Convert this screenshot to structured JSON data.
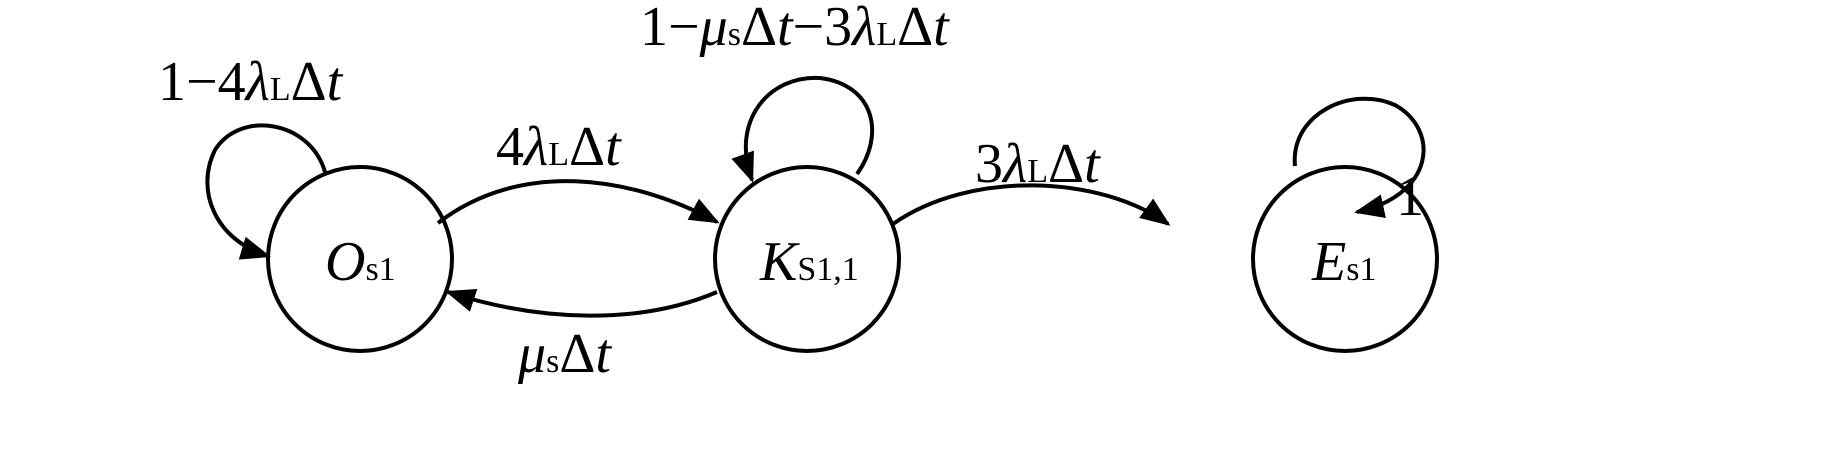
{
  "diagram": {
    "states": {
      "o": {
        "main": "O",
        "sub": "s1"
      },
      "k": {
        "main": "K",
        "sub": "S1,1"
      },
      "e": {
        "main": "E",
        "sub": "s1"
      }
    },
    "labels": {
      "o_self": {
        "p1": "1−4",
        "lam": "λ",
        "lsub": "L",
        "p2": "Δ",
        "t": "t"
      },
      "k_self": {
        "p1": "1−",
        "mu": "μ",
        "msub": "s",
        "p2": "Δ",
        "t1": "t",
        "p3": "−3",
        "lam": "λ",
        "lsub": "L",
        "p4": "Δ",
        "t2": "t"
      },
      "o_to_k": {
        "p1": "4",
        "lam": "λ",
        "lsub": "L",
        "p2": "Δ",
        "t": "t"
      },
      "k_to_o": {
        "mu": "μ",
        "msub": "s",
        "p2": "Δ",
        "t": "t"
      },
      "k_to_e": {
        "p1": "3",
        "lam": "λ",
        "lsub": "L",
        "p2": "Δ",
        "t": "t"
      },
      "e_self": "1"
    }
  }
}
